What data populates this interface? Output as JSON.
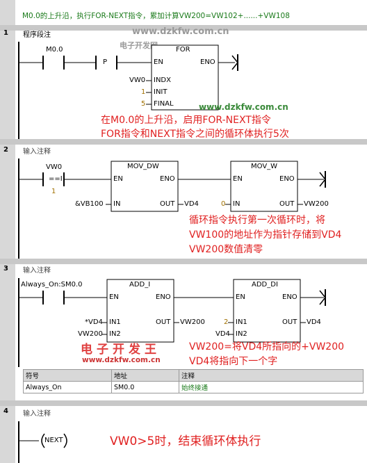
{
  "top_comment": "M0.0的上升沿，执行FOR-NEXT指令，累加计算VW200=VW102+......+VW108",
  "watermarks": {
    "wm1": "www.dzkfw.com.cn",
    "wm2": "电子开发网",
    "wm3": "www.dzkfw.com.cn",
    "wm4": "电子开发王",
    "wm5": "www.dzkfw.com.cn"
  },
  "networks": [
    {
      "number": "1",
      "title": "程序段注",
      "contact": "M0.0",
      "p_label": "P",
      "box": {
        "name": "FOR",
        "en": "EN",
        "eno": "ENO",
        "in1_label": "INDX",
        "in2_label": "INIT",
        "in3_label": "FINAL",
        "in1_val": "VW0",
        "in2_val": "1",
        "in3_val": "5"
      },
      "note_lines": [
        "在M0.0的上升沿，启用FOR-NEXT指令",
        "FOR指令和NEXT指令之间的循环体执行5次"
      ]
    },
    {
      "number": "2",
      "title": "输入注释",
      "contact": "VW0",
      "compare": "==I",
      "compare_val": "1",
      "box1": {
        "name": "MOV_DW",
        "en": "EN",
        "eno": "ENO",
        "in": "IN",
        "out": "OUT",
        "in_val": "&VB100",
        "out_val": "VD4"
      },
      "box2": {
        "name": "MOV_W",
        "en": "EN",
        "eno": "ENO",
        "in": "IN",
        "out": "OUT",
        "in_val": "0",
        "out_val": "VW200"
      },
      "note_lines": [
        "循环指令执行第一次循环时，将",
        "VW100的地址作为指针存储到VD4",
        "VW200数值清零"
      ]
    },
    {
      "number": "3",
      "title": "输入注释",
      "contact": "Always_On:SM0.0",
      "box1": {
        "name": "ADD_I",
        "en": "EN",
        "eno": "ENO",
        "in1": "IN1",
        "in2": "IN2",
        "out": "OUT",
        "in1_val": "*VD4",
        "in2_val": "VW200",
        "out_val": "VW200"
      },
      "box2": {
        "name": "ADD_DI",
        "en": "EN",
        "eno": "ENO",
        "in1": "IN1",
        "in2": "IN2",
        "out": "OUT",
        "in1_val": "2",
        "in2_val": "VD4",
        "out_val": "VD4"
      },
      "note_lines": [
        "VW200=将VD4所指向的+VW200",
        "VD4将指向下一个字"
      ],
      "symbol_table": {
        "headers": [
          "符号",
          "地址",
          "注释"
        ],
        "rows": [
          [
            "Always_On",
            "SM0.0",
            "始终接通"
          ]
        ]
      }
    },
    {
      "number": "4",
      "title": "输入注释",
      "coil": "NEXT",
      "note": "VW0>5时，结束循环体执行"
    }
  ]
}
